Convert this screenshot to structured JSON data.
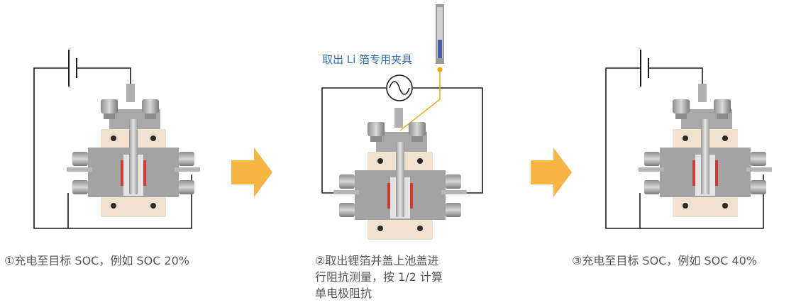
{
  "colors": {
    "wire": "#1a1a1a",
    "arrow": "#f7b544",
    "tool_line": "#f0a500",
    "label_blue": "#2f6db3",
    "cell_body": "#a3a3a3",
    "cell_cream": "#f1e2cf",
    "separator_red": "#d23b32",
    "electrode_blue": "#4b5fa8"
  },
  "diagram": {
    "tool_label": "取出 Li 箔专用夹具",
    "steps": [
      {
        "caption_lines": [
          "①充电至目标 SOC，例如 SOC 20%"
        ],
        "icon": "battery-symbol"
      },
      {
        "caption_lines": [
          "②取出锂箔并盖上池盖进",
          "行阻抗测量，按 1/2 计算",
          "单电极阻抗"
        ],
        "icon": "ac-source-symbol"
      },
      {
        "caption_lines": [
          "③充电至目标 SOC，例如 SOC 40%"
        ],
        "icon": "battery-symbol"
      }
    ],
    "arrows": [
      "arrow-right-icon",
      "arrow-right-icon"
    ]
  }
}
